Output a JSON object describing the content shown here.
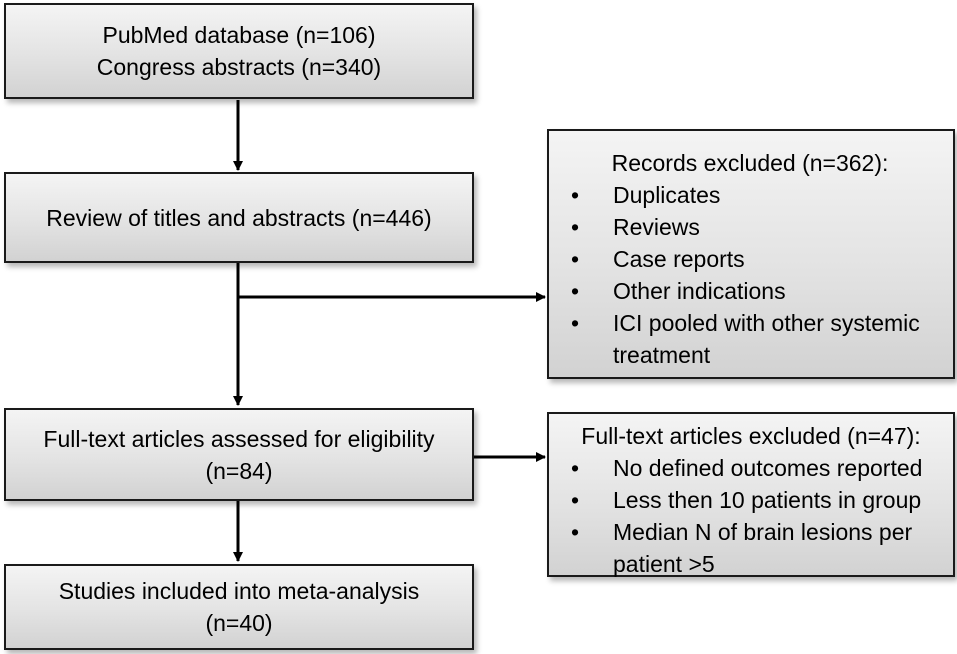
{
  "boxes": {
    "identification": {
      "lines": [
        "PubMed database (n=106)",
        "Congress abstracts (n=340)"
      ]
    },
    "screening": {
      "lines": [
        "Review of titles and abstracts (n=446)"
      ]
    },
    "records_excluded": {
      "title": "Records excluded (n=362):",
      "items": [
        "Duplicates",
        "Reviews",
        "Case reports",
        "Other indications",
        "ICI pooled with other systemic treatment"
      ]
    },
    "eligibility": {
      "lines": [
        "Full-text articles assessed for eligibility",
        "(n=84)"
      ]
    },
    "fulltext_excluded": {
      "title": "Full-text articles excluded (n=47):",
      "items": [
        "No defined outcomes reported",
        "Less then 10 patients in group",
        "Median N of brain lesions per patient >5"
      ]
    },
    "included": {
      "lines": [
        "Studies included into meta-analysis",
        "(n=40)"
      ]
    }
  }
}
